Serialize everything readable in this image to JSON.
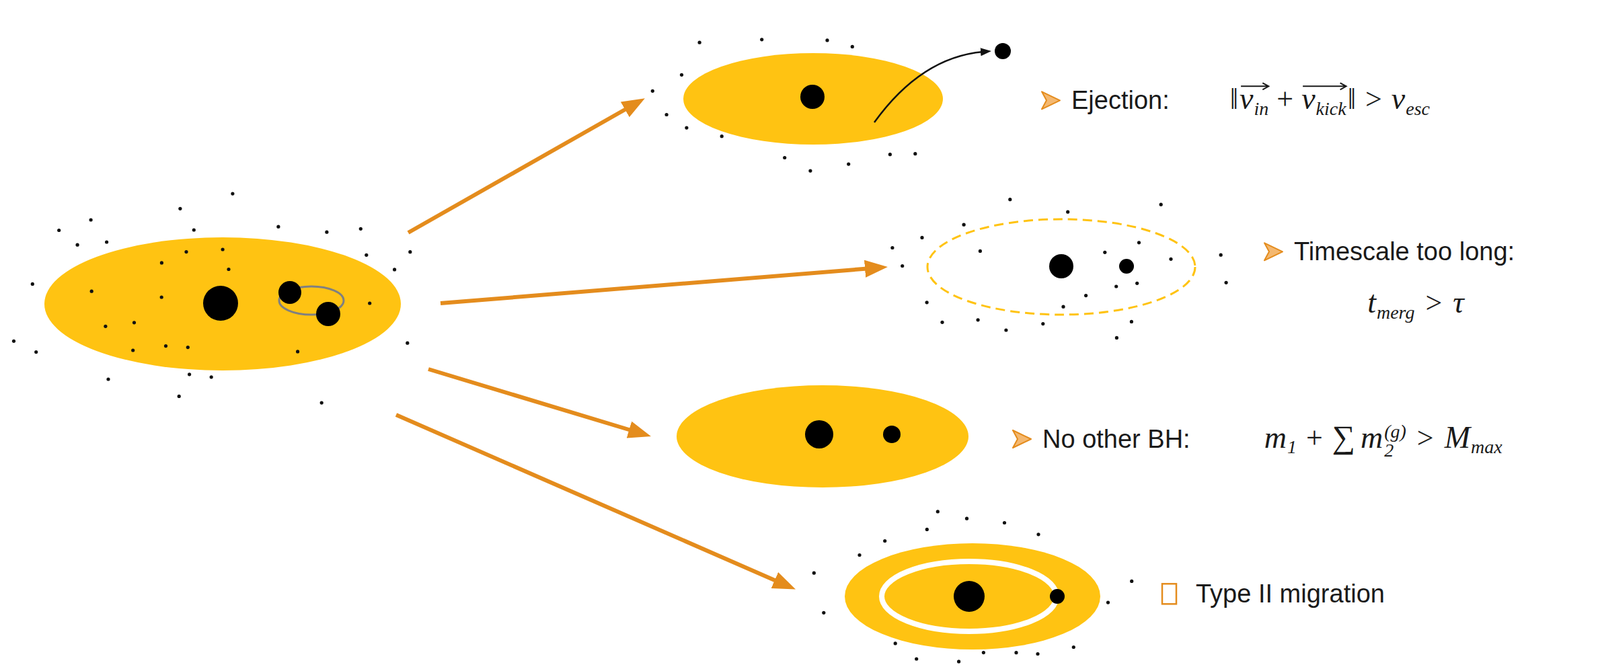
{
  "diagram": {
    "labels": [
      "Ejection:",
      "‖",
      "v",
      "in",
      "+",
      "v",
      "kick",
      "‖",
      ">",
      "v",
      "esc",
      "Timescale too long:",
      "t",
      "merg",
      ">",
      "τ",
      "No other BH:",
      "m",
      "1",
      "+",
      "∑",
      "m",
      "2",
      "(g)",
      ">",
      "M",
      "max",
      "Type II migration"
    ]
  }
}
